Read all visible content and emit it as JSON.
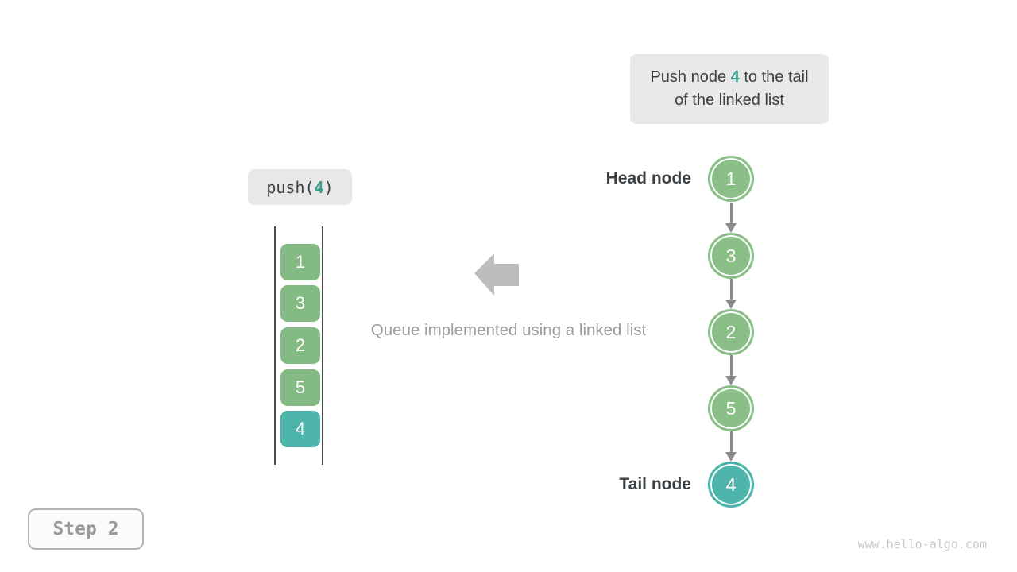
{
  "colors": {
    "node_green": "#8abf88",
    "node_teal": "#4db5ab",
    "highlight_teal_text": "#3d9f8e",
    "callout_bg": "#e9e9e9",
    "code_bg": "#e8e8e8",
    "block_arrow_gray": "#bbbdbe",
    "connector_gray": "#8a8a8a",
    "dark_text": "#3b4045",
    "muted_text": "#9b9b9b"
  },
  "callout": {
    "text_prefix": "Push node ",
    "text_highlight": "4",
    "text_suffix": " to the tail of the linked list"
  },
  "operation": {
    "prefix": "push(",
    "arg": "4",
    "suffix": ")"
  },
  "queue": {
    "items": [
      {
        "value": "1",
        "color": "green"
      },
      {
        "value": "3",
        "color": "green"
      },
      {
        "value": "2",
        "color": "green"
      },
      {
        "value": "5",
        "color": "green"
      },
      {
        "value": "4",
        "color": "teal"
      }
    ]
  },
  "caption": "Queue implemented using a linked list",
  "linked_list": {
    "head_label": "Head node",
    "tail_label": "Tail node",
    "nodes": [
      {
        "value": "1",
        "color": "green"
      },
      {
        "value": "3",
        "color": "green"
      },
      {
        "value": "2",
        "color": "green"
      },
      {
        "value": "5",
        "color": "green"
      },
      {
        "value": "4",
        "color": "teal"
      }
    ]
  },
  "step_badge": "Step 2",
  "watermark": "www.hello-algo.com"
}
